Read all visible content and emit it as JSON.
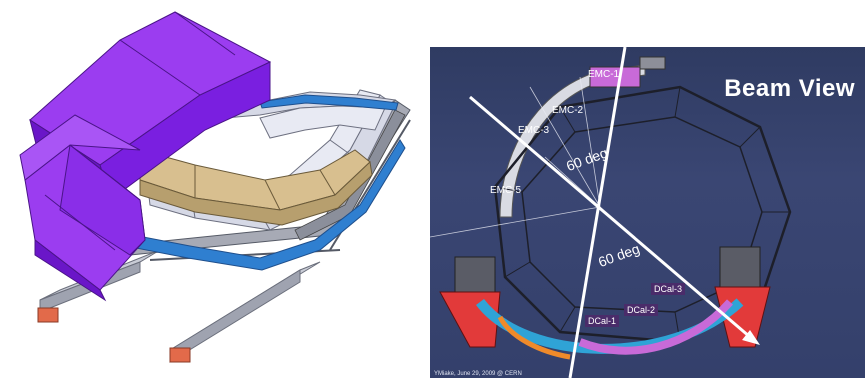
{
  "left_figure": {},
  "right_figure": {
    "title": "Beam View",
    "labels": {
      "emc1": "EMC-1",
      "emc2": "EMC-2",
      "emc3": "EMC-3",
      "emc5": "EMC-5",
      "angle_upper": "60 deg",
      "angle_lower": "60 deg",
      "dcal1": "DCal-1",
      "dcal2": "DCal-2",
      "dcal3": "DCal-3"
    },
    "credit": "YMiake, June 29, 2009 @ CERN"
  }
}
